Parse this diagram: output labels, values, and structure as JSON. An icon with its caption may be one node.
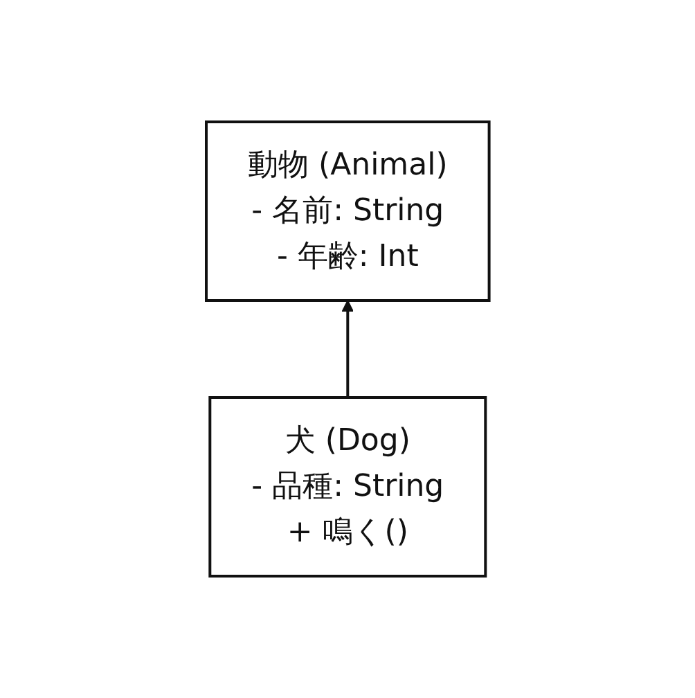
{
  "diagram": {
    "nodes": [
      {
        "text": [
          "動物 (Animal)",
          "- 名前: String",
          "- 年齢: Int"
        ]
      },
      {
        "text": [
          "犬 (Dog)",
          "- 品種: String",
          "+ 鳴く()"
        ]
      }
    ],
    "edges": [
      {
        "from": 1,
        "to": 0,
        "arrow": "to"
      }
    ]
  }
}
